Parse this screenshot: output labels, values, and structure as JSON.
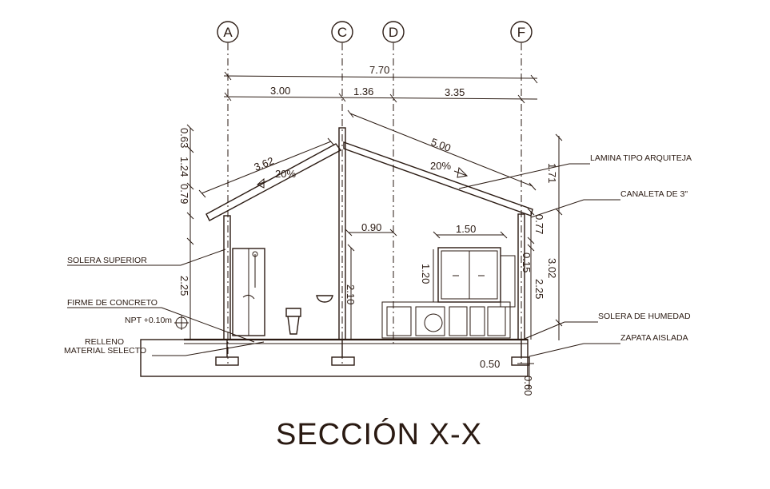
{
  "title": "SECCIÓN X-X",
  "axes": {
    "a": "A",
    "c": "C",
    "d": "D",
    "f": "F"
  },
  "dimensions": {
    "total_width": "7.70",
    "span_a_c": "3.00",
    "span_c_d": "1.36",
    "span_d_f": "3.35",
    "roof_left_length": "3.62",
    "roof_right_length": "5.00",
    "slope_left": "20%",
    "slope_right": "20%",
    "left_stack_top": "0.63",
    "left_stack_mid": "1.24",
    "left_stack_low": "0.79",
    "left_wall_height": "2.25",
    "door_width": "0.90",
    "door_height": "2.10",
    "window_width": "1.50",
    "window_height": "1.20",
    "right_stack_top": "1.71",
    "right_stack_mid": "0.77",
    "right_stack_small": "0.15",
    "right_wall_height": "2.25",
    "right_total": "3.02",
    "footing_width": "0.50",
    "footing_depth": "0.60"
  },
  "labels": {
    "roof_sheet": "LAMINA TIPO ARQUITEJA",
    "gutter": "CANALETA DE 3\"",
    "top_beam": "SOLERA SUPERIOR",
    "concrete_floor": "FIRME DE CONCRETO",
    "floor_level": "NPT +0.10m",
    "fill_line1": "RELLENO",
    "fill_line2": "MATERIAL SELECTO",
    "damp_beam": "SOLERA DE HUMEDAD",
    "footing": "ZAPATA AISLADA"
  }
}
